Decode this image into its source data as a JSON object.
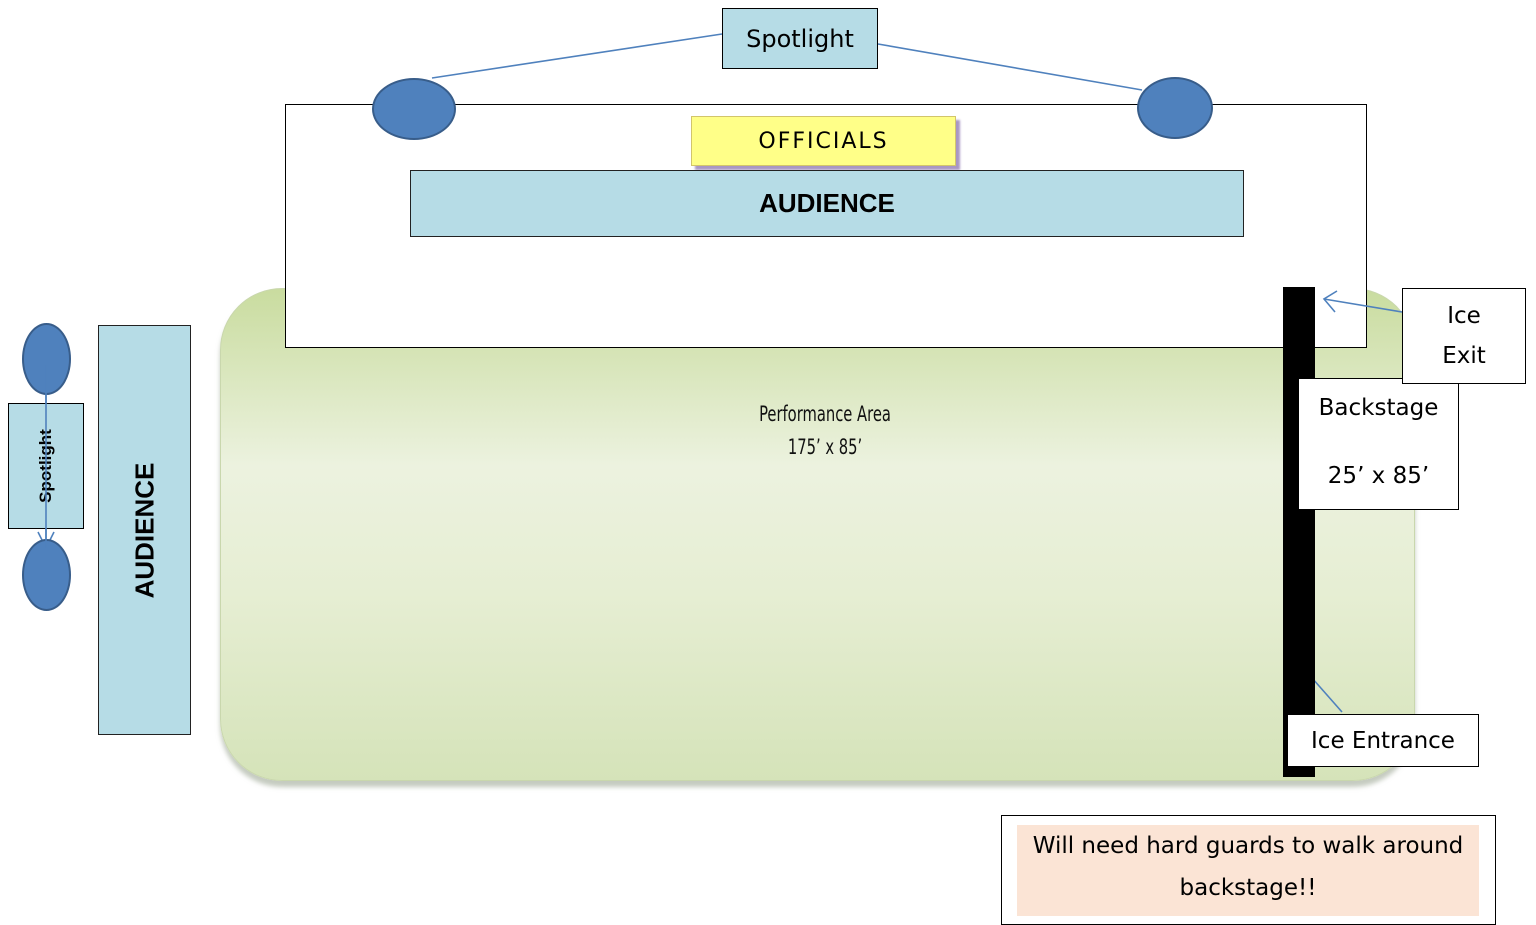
{
  "colors": {
    "audience_fill": "#b6dce6",
    "officials_fill": "#ffff88",
    "light_fill": "#4f81bd",
    "arrow_blue": "#4f81bd",
    "performance_area_fill": "#e6eed3",
    "note_fill": "#fbe4d5"
  },
  "spotlight_top": {
    "label": "Spotlight"
  },
  "spotlight_left": {
    "label": "Spotlight"
  },
  "officials": {
    "label": "OFFICIALS"
  },
  "audience_top": {
    "label": "AUDIENCE"
  },
  "audience_left": {
    "label": "AUDIENCE"
  },
  "performance_area": {
    "line1": "Performance Area",
    "line2": "175’ x 85’"
  },
  "backstage": {
    "line1": "Backstage",
    "line2": "25’ x 85’"
  },
  "ice_exit": {
    "line1": "Ice",
    "line2": "Exit"
  },
  "ice_entrance": {
    "label": "Ice Entrance"
  },
  "note": {
    "line1": "Will need hard guards to walk around",
    "line2": "backstage!!"
  }
}
